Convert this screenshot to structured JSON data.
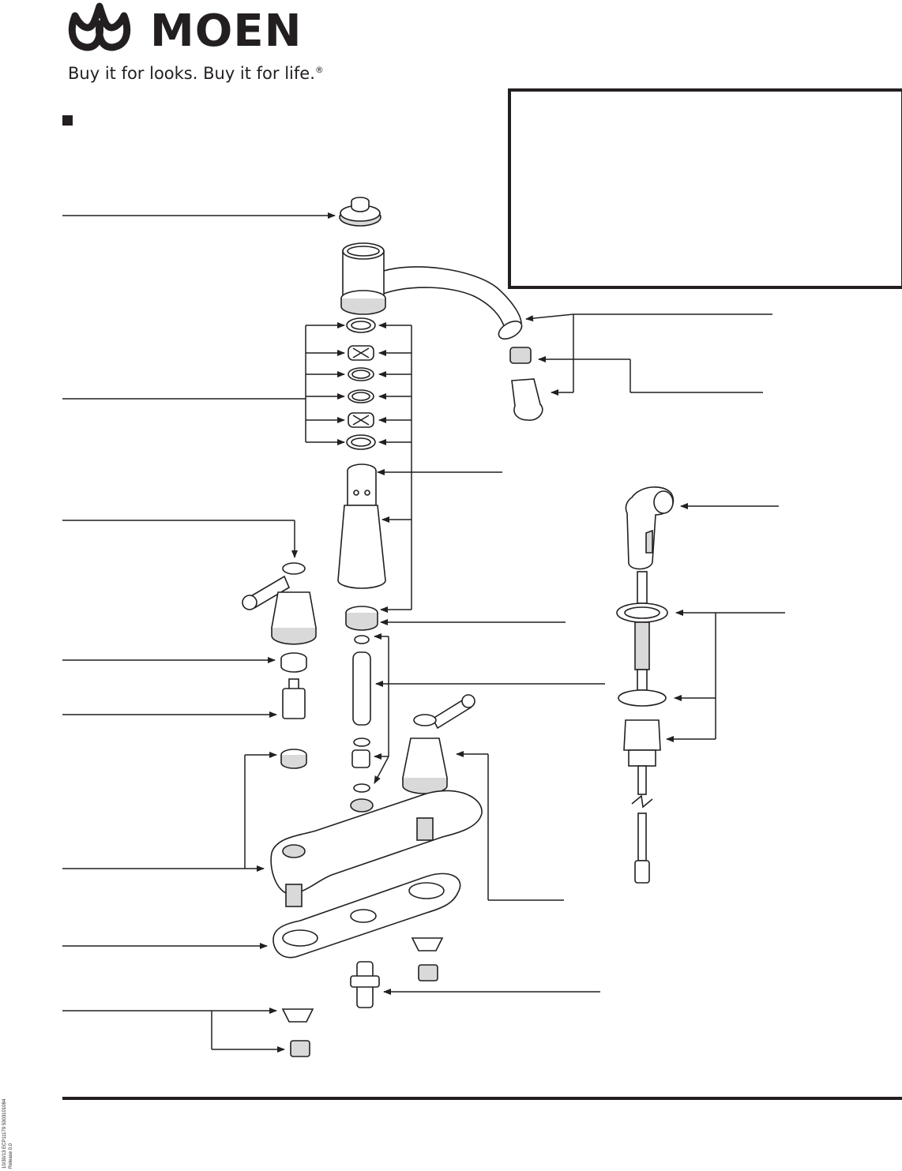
{
  "brand": {
    "name": "MOEN",
    "tagline": "Buy it for looks. Buy it for life.",
    "registered_mark": "®"
  },
  "footer": {
    "document_code": "10/30/13  ECP11179  5303101084",
    "revision": "Release 0.0"
  },
  "colors": {
    "ink": "#231f20",
    "paper": "#ffffff",
    "part_fill": "#ffffff",
    "part_shade": "#d9d9d9"
  },
  "icons": [
    "moen-logo-icon",
    "section-bullet-icon"
  ]
}
